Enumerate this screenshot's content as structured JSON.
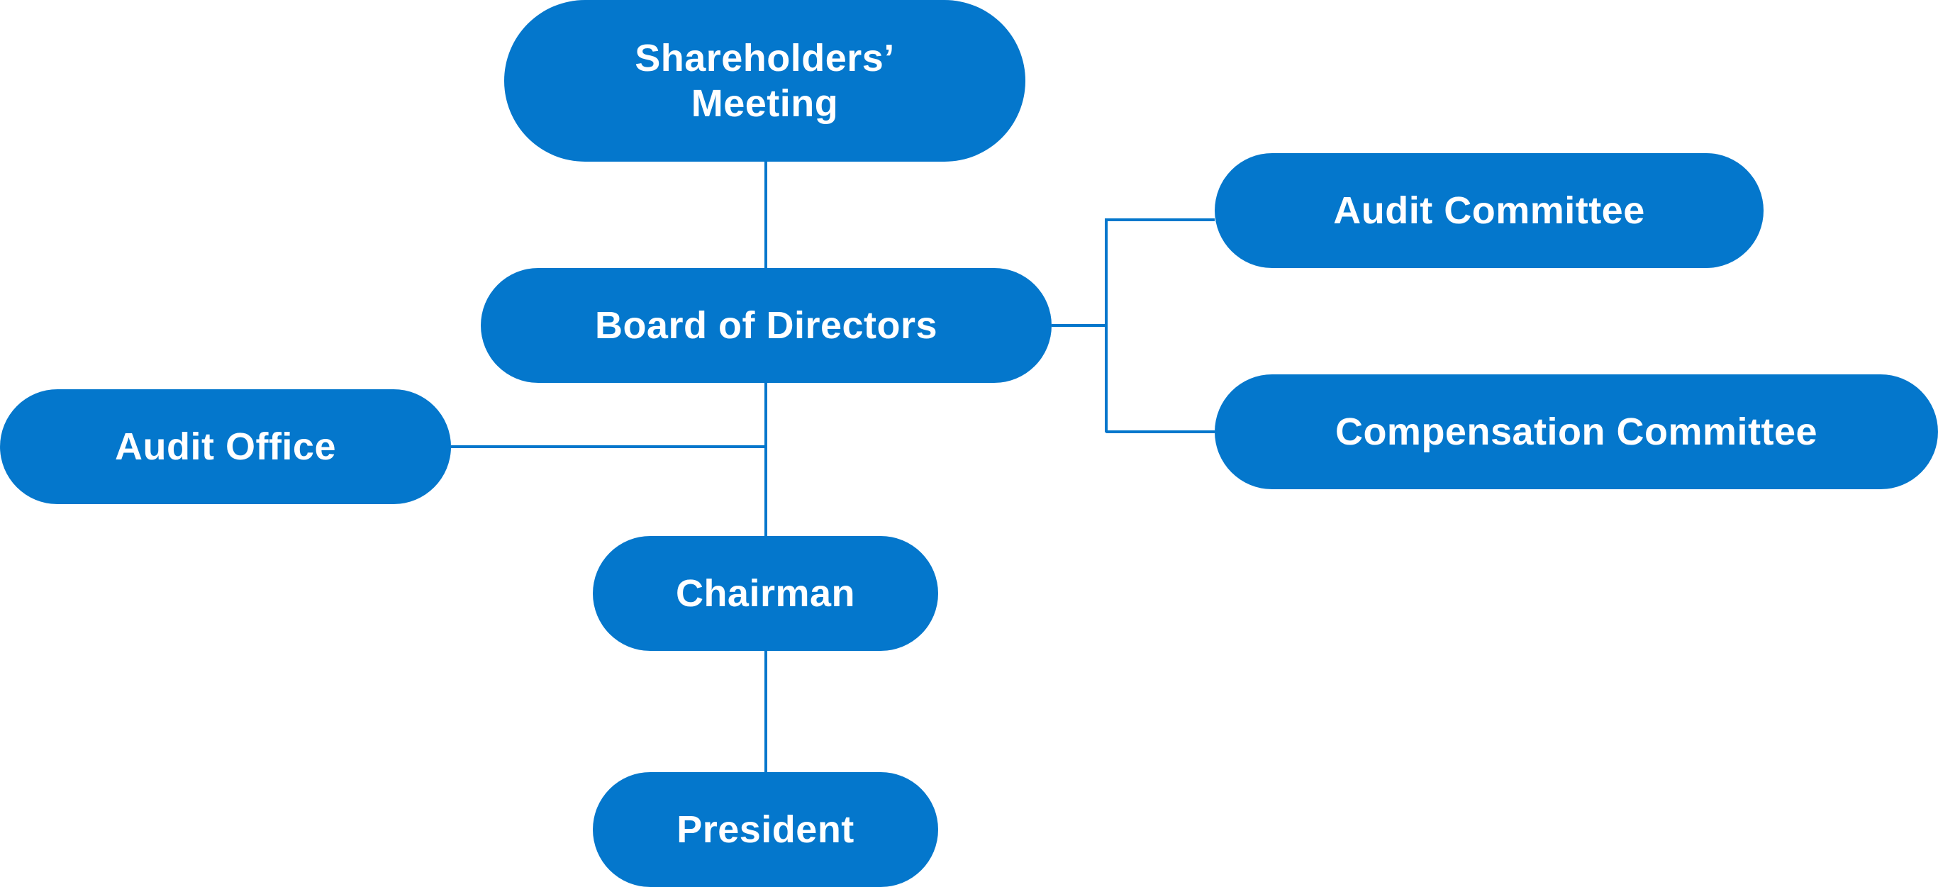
{
  "diagram": {
    "title": "",
    "colors": {
      "node_fill": "#0477CC",
      "node_text": "#FFFFFF",
      "connector": "#0477CC",
      "background": "#FFFFFF"
    },
    "nodes": {
      "shareholders": {
        "label": "Shareholders’\n Meeting"
      },
      "board": {
        "label": "Board of Directors"
      },
      "audit_committee": {
        "label": "Audit Committee"
      },
      "compensation_committee": {
        "label": "Compensation Committee"
      },
      "audit_office": {
        "label": "Audit Office"
      },
      "chairman": {
        "label": "Chairman"
      },
      "president": {
        "label": "President"
      }
    },
    "edges": [
      {
        "from": "shareholders",
        "to": "board"
      },
      {
        "from": "board",
        "to": "audit_committee"
      },
      {
        "from": "board",
        "to": "compensation_committee"
      },
      {
        "from": "board",
        "to": "audit_office"
      },
      {
        "from": "board",
        "to": "chairman"
      },
      {
        "from": "chairman",
        "to": "president"
      }
    ]
  }
}
